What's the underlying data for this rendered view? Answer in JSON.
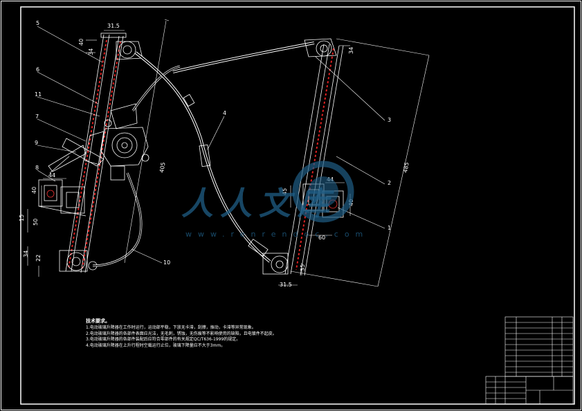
{
  "drawing": {
    "callouts": [
      "5",
      "6",
      "11",
      "7",
      "9",
      "8",
      "4",
      "3",
      "2",
      "1",
      "10"
    ],
    "dimensions": [
      "31.5",
      "40",
      "34",
      "405",
      "40",
      "15",
      "50",
      "44",
      "34",
      "22",
      "485",
      "34",
      "45",
      "44",
      "40",
      "60",
      "35",
      "31.5"
    ]
  },
  "notes": {
    "title": "技术要求。",
    "lines": [
      "1.电动玻璃升降器在工作时运行，运动部平稳，下放无卡滞，刮擦，振动，卡滞等异常现象。",
      "2.电动玻璃升降器的各部件表面应光洁，无毛刺，锈蚀，无伤痕等不影响使用的缺陷，且电镀件不起皮。",
      "3.电动玻璃升降器的各部件装配后应符合零部件的有关规定QC/T636-1999的规定。",
      "4.电动玻璃升降器在上升行程时空载运行止位，玻璃下降量应不大于3mm。"
    ]
  },
  "watermark": {
    "text": "人人文库",
    "url": "www.renrendoc.com"
  },
  "title_block": {
    "parts_rows": 11
  }
}
